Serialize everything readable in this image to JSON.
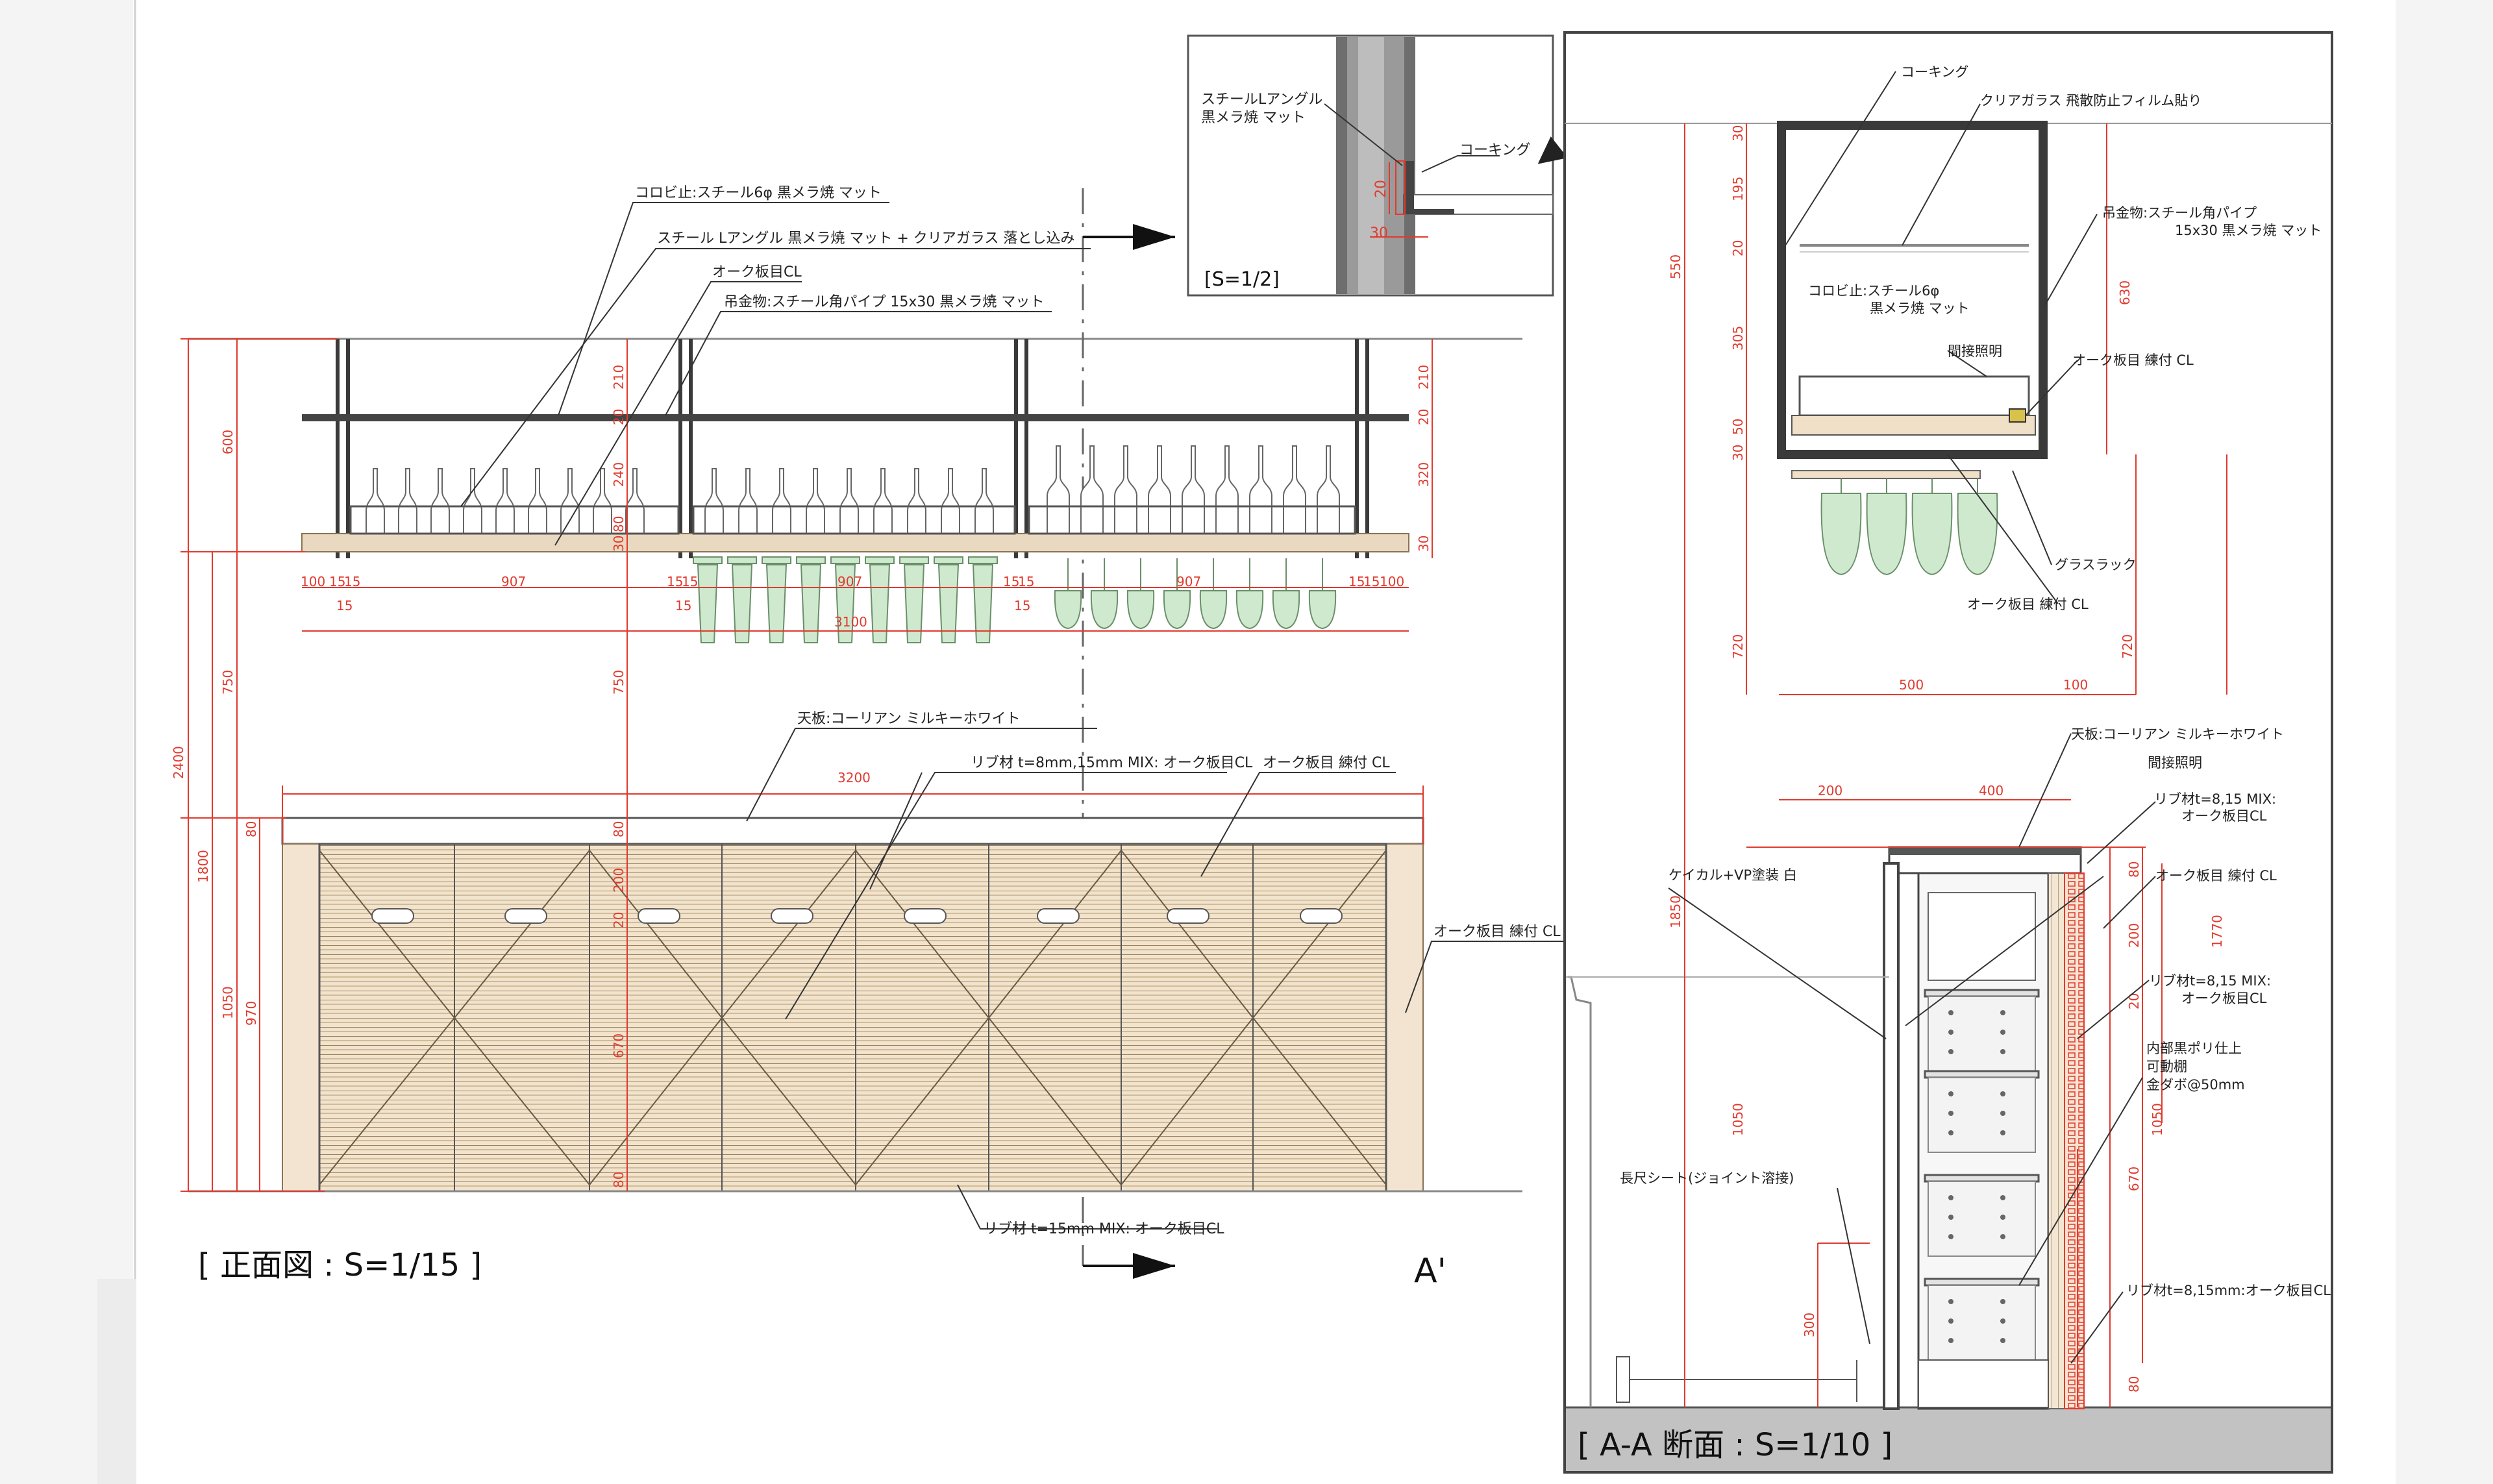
{
  "colors": {
    "dim": "#e03a2e",
    "line": "#222222",
    "wood": "#ead9c1",
    "woodDark": "#8a7356",
    "glass": "#cfe9cf",
    "metal": "#3a3a3a",
    "floor": "#b8b8b8"
  },
  "front": {
    "title": "[ 正面図 : S=1/15 ]",
    "section_mark": "A'",
    "notes": [
      "コロビ止:スチール6φ 黒メラ焼 マット",
      "スチール Lアングル 黒メラ焼 マット + クリアガラス 落とし込み",
      "オーク板目CL",
      "吊金物:スチール角パイプ 15x30 黒メラ焼 マット",
      "天板:コーリアン ミルキーホワイト",
      "リブ材 t=8mm,15mm MIX: オーク板目CL",
      "オーク板目 練付 CL",
      "オーク板目 練付 CL",
      "リブ材 t=15mm MIX: オーク板目CL"
    ],
    "dims": {
      "d2400": "2400",
      "d600": "600",
      "d750a": "750",
      "d750b": "750",
      "d1800": "1800",
      "d1050": "1050",
      "d970": "970",
      "d80a": "80",
      "d80b": "80",
      "d200": "200",
      "d20a": "20",
      "d670": "670",
      "d80c": "80",
      "d210a": "210",
      "d20b": "20",
      "d240": "240",
      "d80d": "80",
      "d30a": "30",
      "d210b": "210",
      "d20c": "20",
      "d320": "320",
      "d30b": "30",
      "w3200": "3200",
      "w3100": "3100",
      "w907a": "907",
      "w907b": "907",
      "w907c": "907",
      "w100a": "100",
      "w15a": "15",
      "w15b": "15",
      "w15c": "15",
      "w15d": "15",
      "w15e": "15",
      "w15f": "15",
      "w15g": "15",
      "w15h": "15",
      "w100b": "100",
      "w15i": "15",
      "w15j": "15",
      "w15k": "15"
    }
  },
  "detail": {
    "scale": "[S=1/2]",
    "notes": [
      "スチールLアングル",
      "黒メラ焼 マット",
      "コーキング"
    ],
    "dims": {
      "d20": "20",
      "d30": "30"
    }
  },
  "section": {
    "title": "[ A-A 断面 : S=1/10 ]",
    "notes": [
      "コーキング",
      "クリアガラス 飛散防止フィルム貼り",
      "吊金物:スチール角パイプ",
      "15x30 黒メラ焼 マット",
      "コロビ止:スチール6φ",
      "黒メラ焼 マット",
      "間接照明",
      "オーク板目 練付 CL",
      "グラスラック",
      "オーク板目 練付 CL",
      "天板:コーリアン ミルキーホワイト",
      "間接照明",
      "リブ材t=8,15 MIX:",
      "オーク板目CL",
      "ケイカル+VP塗装 白",
      "オーク板目 練付 CL",
      "リブ材t=8,15 MIX:",
      "オーク板目CL",
      "内部黒ポリ仕上",
      "可動棚",
      "金ダボ@50mm",
      "長尺シート(ジョイント溶接)",
      "リブ材t=8,15mm:オーク板目CL"
    ],
    "dims": {
      "d30a": "30",
      "d195": "195",
      "d20a": "20",
      "d305": "305",
      "d50": "50",
      "d30b": "30",
      "d550": "550",
      "d630": "630",
      "d720a": "720",
      "d720b": "720",
      "w500": "500",
      "w100": "100",
      "w200": "200",
      "w400": "400",
      "d1850": "1850",
      "d1770": "1770",
      "d80a": "80",
      "d200": "200",
      "d20b": "20",
      "d1050a": "1050",
      "d1050b": "1050",
      "d670": "670",
      "d80b": "80",
      "d300": "300"
    }
  }
}
